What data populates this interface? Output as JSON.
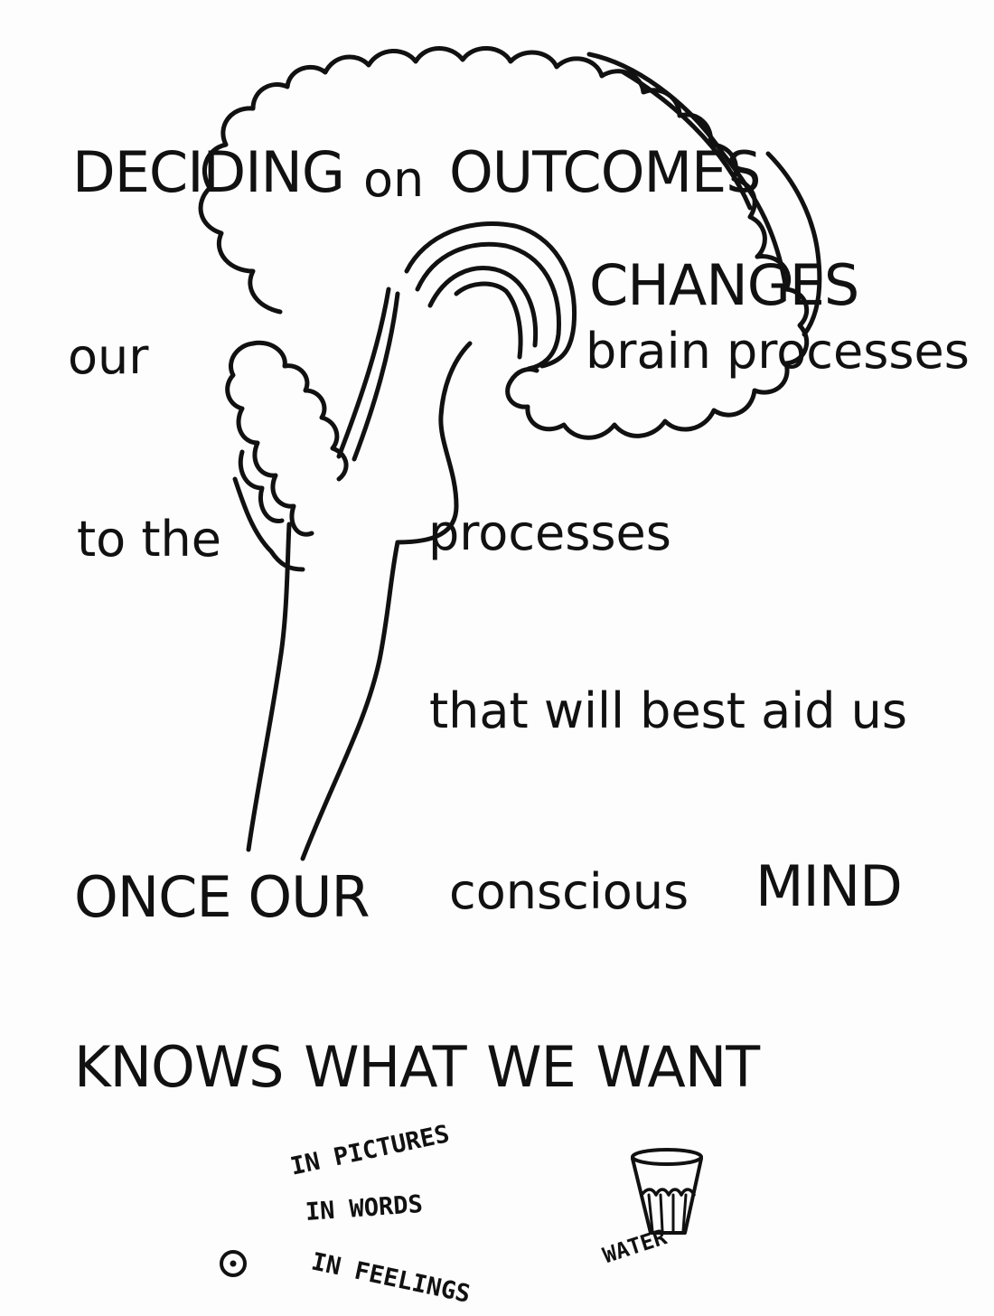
{
  "lines": {
    "deciding": "DECIDING",
    "on": "on",
    "outcomes": "OUTCOMES",
    "changes": "CHANGES",
    "our": "our",
    "brain_processes": "brain processes",
    "to_the": "to  the",
    "processes": "processes",
    "that_will": "that will best aid  us",
    "once_our": "ONCE OUR",
    "conscious": "conscious",
    "mind": "MIND",
    "knows": "KNOWS  WHAT  WE  WANT"
  },
  "notes": {
    "in_pictures": "IN PICTURES",
    "in_words": "IN WORDS",
    "in_feelings": "IN FEELINGS",
    "water": "WATER"
  },
  "icons": [
    "brain-icon",
    "spinal-cord-icon",
    "eye-icon",
    "water-glass-icon"
  ]
}
